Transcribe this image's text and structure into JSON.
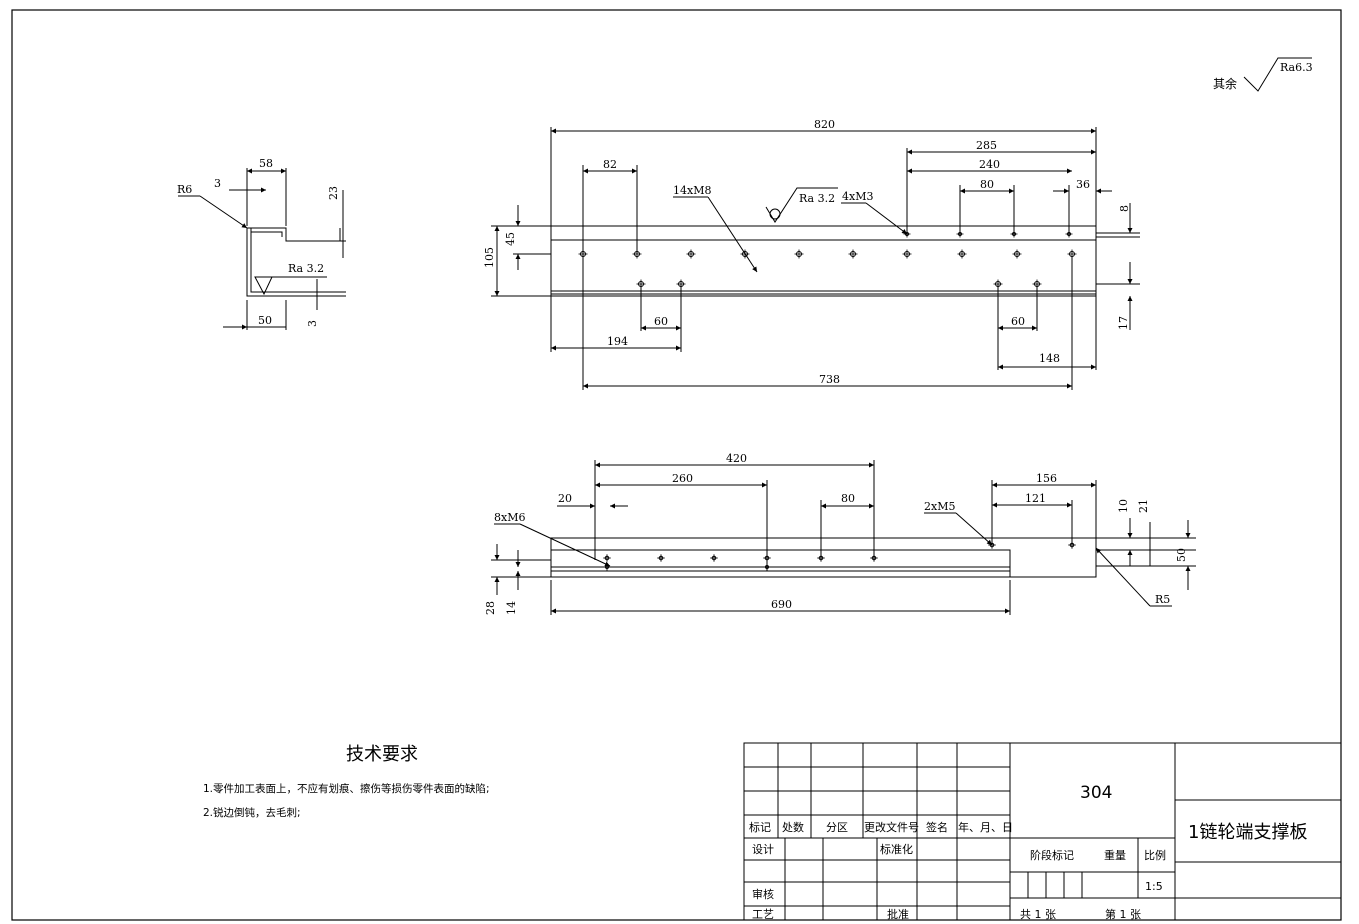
{
  "surface_note": {
    "prefix": "其余",
    "value": "Ra6.3"
  },
  "profile_view": {
    "r6": "R6",
    "d3_top": "3",
    "d58": "58",
    "d23": "23",
    "ra": "Ra 3.2",
    "d50": "50",
    "d3_bot": "3"
  },
  "front_view": {
    "d820": "820",
    "d285": "285",
    "d240": "240",
    "d82": "82",
    "d80": "80",
    "d36": "36",
    "holes_m8": "14xM8",
    "ra": "Ra 3.2",
    "holes_m3": "4xM3",
    "d8": "8",
    "d45": "45",
    "d105": "105",
    "d17": "17",
    "d60a": "60",
    "d194": "194",
    "d60b": "60",
    "d148": "148",
    "d738": "738"
  },
  "bottom_view": {
    "d420": "420",
    "d260": "260",
    "d20": "20",
    "d80": "80",
    "d156": "156",
    "d121": "121",
    "holes_m5": "2xM5",
    "d10": "10",
    "d21": "21",
    "d50": "50",
    "holes_m6": "8xM6",
    "d28": "28",
    "d14": "14",
    "d690": "690",
    "r5": "R5"
  },
  "tech_req": {
    "title": "技术要求",
    "line1": "1.零件加工表面上，不应有划痕、擦伤等损伤零件表面的缺陷;",
    "line2": "2.锐边倒钝，去毛刺;"
  },
  "title_block": {
    "col_mark": "标记",
    "col_count": "处数",
    "col_zone": "分区",
    "col_doc": "更改文件号",
    "col_sign": "签名",
    "col_date": "年、月、日",
    "design": "设计",
    "standard": "标准化",
    "review": "审核",
    "process": "工艺",
    "approve": "批准",
    "material": "304",
    "stage": "阶段标记",
    "weight": "重量",
    "ratio_label": "比例",
    "ratio": "1:5",
    "total": "共  1  张",
    "sheet": "第  1  张",
    "part_name": "1链轮端支撑板"
  }
}
